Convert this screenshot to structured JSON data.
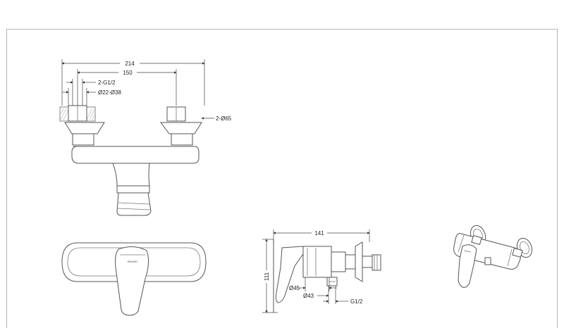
{
  "dimensions": {
    "width_total": "214",
    "inlet_spacing": "150",
    "inlet_thread": "2-G1/2",
    "eccentric_range": "Ø22-Ø38",
    "flange_diameter": "2-Ø65",
    "depth": "141",
    "height": "111",
    "body_diameter": "Ø45",
    "outlet_diameter": "Ø43",
    "outlet_thread": "G1/2"
  },
  "brand_mark": "BRAND"
}
